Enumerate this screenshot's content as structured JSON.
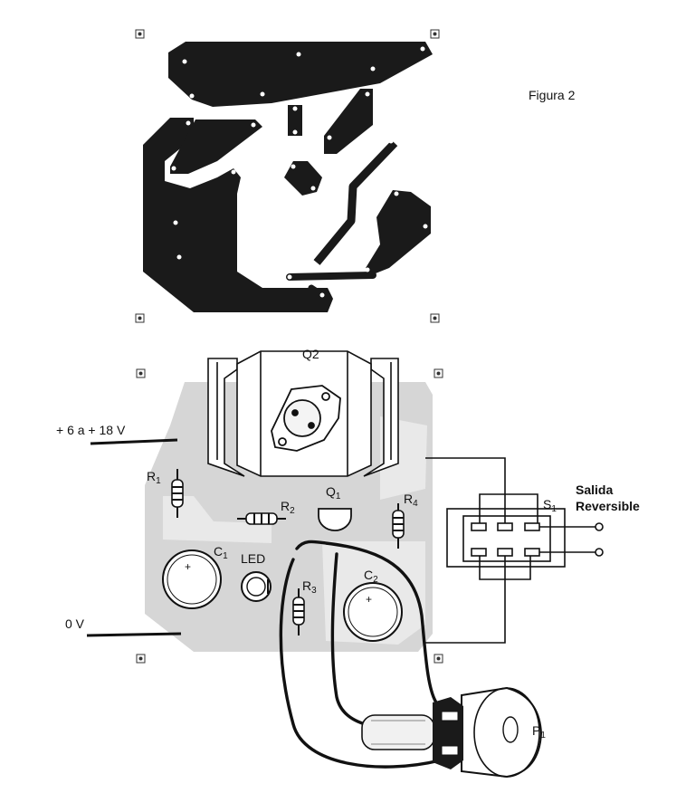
{
  "figure": {
    "caption": "Figura 2"
  },
  "labels": {
    "supply_positive": "+ 6 a + 18 V",
    "supply_ground": "0 V",
    "q2": "Q2",
    "q1": "Q",
    "q1_sub": "1",
    "r1": "R",
    "r1_sub": "1",
    "r2": "R",
    "r2_sub": "2",
    "r3": "R",
    "r3_sub": "3",
    "r4": "R",
    "r4_sub": "4",
    "c1": "C",
    "c1_sub": "1",
    "c2": "C",
    "c2_sub": "2",
    "led": "LED",
    "s1": "S",
    "s1_sub": "1",
    "p1": "P",
    "p1_sub": "1",
    "plus_c1": "+",
    "plus_c2": "+"
  },
  "output": {
    "line1": "Salida",
    "line2": "Reversible"
  },
  "colors": {
    "copper": "#1a1a1a",
    "pcb_shade": "#cfcfcf",
    "trace_shade": "#e9e9e9",
    "ink": "#111111"
  }
}
